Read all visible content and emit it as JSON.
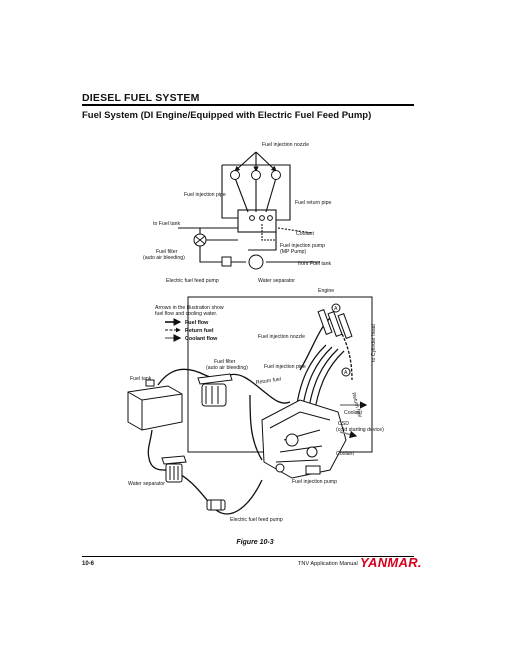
{
  "header": {
    "section_title": "DIESEL FUEL SYSTEM",
    "subtitle": "Fuel System (DI Engine/Equipped with Electric Fuel Feed Pump)"
  },
  "schematic": {
    "nozzle": "Fuel injection nozzle",
    "pipe": "Fuel injection pipe",
    "return_pipe": "Fuel return pipe",
    "to_tank": "to Fuel tank",
    "coolant": "Coolant",
    "filter_1": "Fuel filter",
    "filter_2": "(auto air bleeding)",
    "pump_1": "Fuel injection pump",
    "pump_2": "(MP Pump)",
    "from_tank": "from Fuel tank",
    "feed_pump": "Electric fuel feed pump",
    "separator": "Water separator"
  },
  "illustration": {
    "engine": "Engine",
    "legend_intro_1": "Arrows in the illustration show",
    "legend_intro_2": "fuel flow and cooling water.",
    "legend_fuel": "Fuel flow",
    "legend_return": "Return fuel",
    "legend_coolant": "Coolant flow",
    "nozzle": "Fuel injection nozzle",
    "cyl_head": "to Cylinder head",
    "filter_1": "Fuel filter",
    "filter_2": "(auto air bleeding)",
    "pipe": "Fuel injection pipe",
    "return_fuel": "Return fuel",
    "fuel_tank": "Fuel tank",
    "return_rot": "Return fuel",
    "coolant_1": "Coolant",
    "csd_1": "CSD",
    "csd_2": "(cold starting device)",
    "coolant_2": "Coolant",
    "separator": "Water separator",
    "pump": "Fuel injection pump",
    "feed_pump": "Electric fuel feed pump",
    "marker_a": "A"
  },
  "footer": {
    "caption": "Figure 10-3",
    "page_number": "10-6",
    "manual_title": "TNV Application Manual",
    "brand": "YANMAR."
  }
}
